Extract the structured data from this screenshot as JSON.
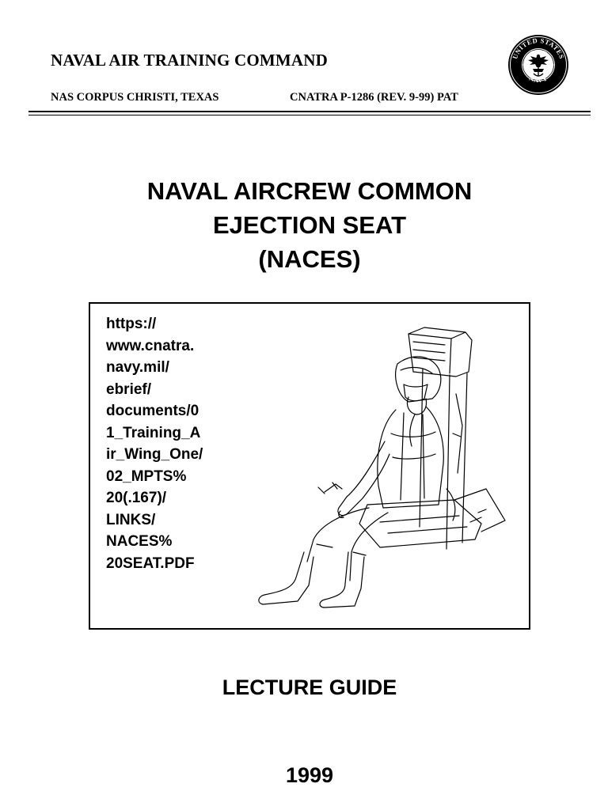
{
  "header": {
    "organization": "NAVAL AIR TRAINING COMMAND",
    "location": "NAS CORPUS CHRISTI, TEXAS",
    "document_number": "CNATRA P-1286 (REV. 9-99) PAT",
    "seal_text": "UNITED STATES NAVY",
    "seal_icon": "us-navy-seal-icon"
  },
  "title_lines": [
    "NAVAL AIRCREW COMMON",
    "EJECTION SEAT",
    "(NACES)"
  ],
  "illustration": {
    "icon": "ejection-seat-illustration",
    "url_lines": [
      "https://",
      "www.cnatra.",
      "navy.mil/",
      "ebrief/",
      "documents/0",
      "1_Training_A",
      "ir_Wing_One/",
      "02_MPTS%",
      "20(.167)/",
      "LINKS/",
      "NACES%",
      "20SEAT.PDF"
    ]
  },
  "subtitle": "LECTURE GUIDE",
  "year": "1999"
}
